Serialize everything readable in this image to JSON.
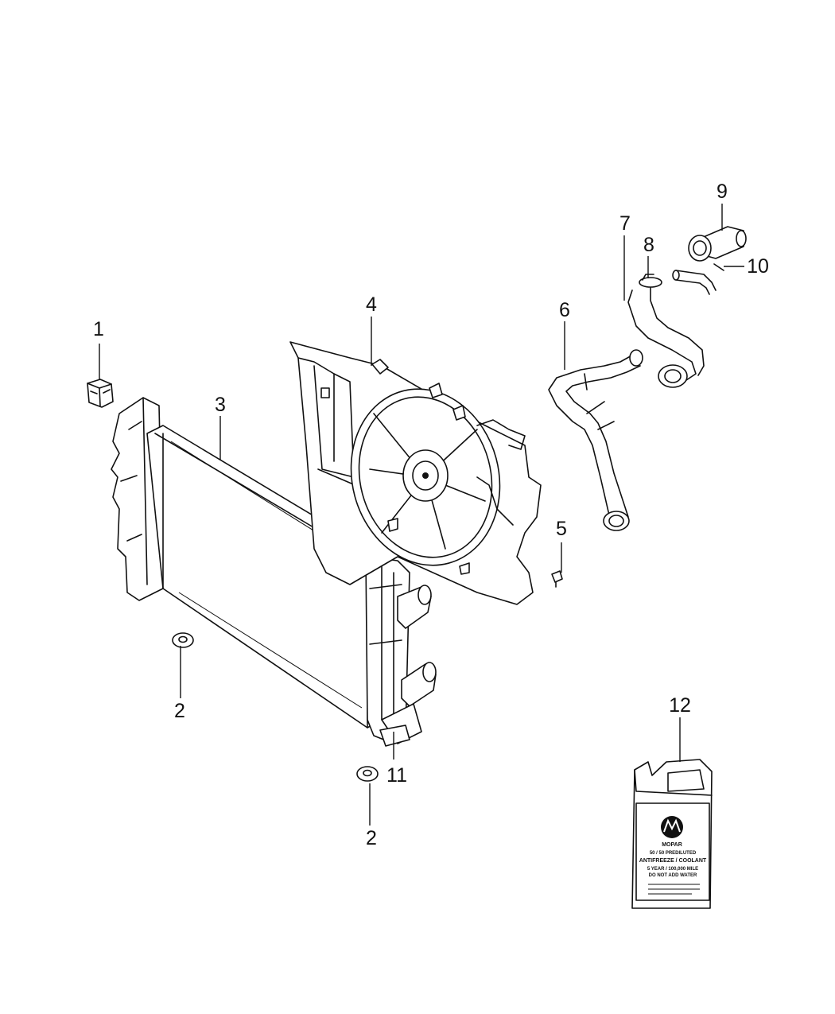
{
  "callouts": [
    {
      "id": "1",
      "label": "1"
    },
    {
      "id": "2a",
      "label": "2"
    },
    {
      "id": "2b",
      "label": "2"
    },
    {
      "id": "3",
      "label": "3"
    },
    {
      "id": "4",
      "label": "4"
    },
    {
      "id": "5",
      "label": "5"
    },
    {
      "id": "6",
      "label": "6"
    },
    {
      "id": "7",
      "label": "7"
    },
    {
      "id": "8",
      "label": "8"
    },
    {
      "id": "9",
      "label": "9"
    },
    {
      "id": "10",
      "label": "10"
    },
    {
      "id": "11",
      "label": "11"
    },
    {
      "id": "12",
      "label": "12"
    }
  ],
  "coolant_label": {
    "brand": "MOPAR",
    "line1": "50 / 50 PREDILUTED",
    "line2": "ANTIFREEZE / COOLANT",
    "line3": "5 YEAR / 100,000 MILE",
    "line4": "DO NOT ADD WATER"
  }
}
